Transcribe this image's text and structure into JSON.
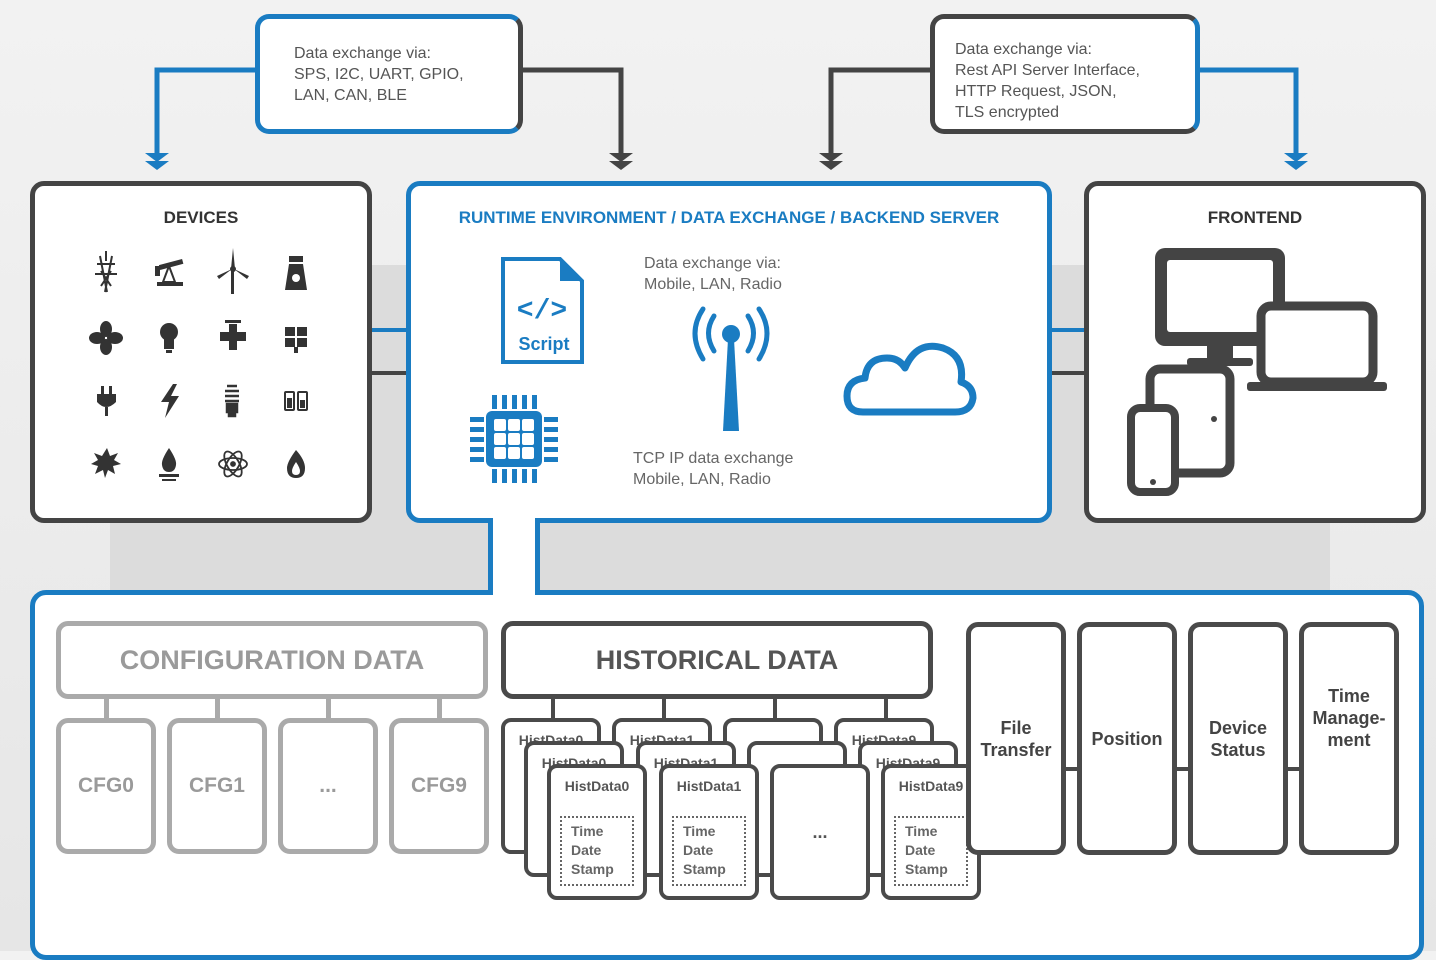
{
  "callout_left": {
    "lines": [
      "Data exchange via:",
      "SPS, I2C, UART, GPIO,",
      "LAN, CAN, BLE"
    ]
  },
  "callout_right": {
    "lines": [
      "Data exchange via:",
      "Rest API Server Interface,",
      "HTTP Request, JSON,",
      "TLS encrypted"
    ]
  },
  "devices": {
    "title": "DEVICES",
    "icons": [
      "power-pylon-icon",
      "oil-pump-icon",
      "wind-turbine-icon",
      "nuclear-plant-icon",
      "fan-icon",
      "light-bulb-icon",
      "valve-icon",
      "solar-panel-icon",
      "plug-icon",
      "lightning-icon",
      "energy-saving-bulb-icon",
      "battery-icon",
      "sun-icon",
      "water-drop-icon",
      "atom-icon",
      "flame-icon"
    ]
  },
  "runtime": {
    "title": "RUNTIME ENVIRONMENT / DATA EXCHANGE / BACKEND SERVER",
    "script_label": "Script",
    "top_label": [
      "Data exchange via:",
      "Mobile, LAN, Radio"
    ],
    "bottom_label": [
      "TCP IP data exchange",
      "Mobile, LAN, Radio"
    ]
  },
  "frontend": {
    "title": "FRONTEND"
  },
  "configuration": {
    "title": "CONFIGURATION DATA",
    "items": [
      "CFG0",
      "CFG1",
      "...",
      "CFG9"
    ]
  },
  "historical": {
    "title": "HISTORICAL DATA",
    "back_labels": [
      "HistData0",
      "HistData1",
      "HistData9"
    ],
    "mid_labels": [
      "HistData0",
      "HistData1",
      "HistData9"
    ],
    "front": [
      {
        "label": "HistData0",
        "inner": [
          "Time",
          "Date",
          "Stamp"
        ]
      },
      {
        "label": "HistData1",
        "inner": [
          "Time",
          "Date",
          "Stamp"
        ]
      },
      {
        "label": "...",
        "inner": []
      },
      {
        "label": "HistData9",
        "inner": [
          "Time",
          "Date",
          "Stamp"
        ]
      }
    ]
  },
  "extras": [
    "File Transfer",
    "Position",
    "Device Status",
    "Time Manage-ment"
  ],
  "colors": {
    "blue": "#1a7cc2",
    "dark": "#444444",
    "grey": "#aaaaaa"
  }
}
